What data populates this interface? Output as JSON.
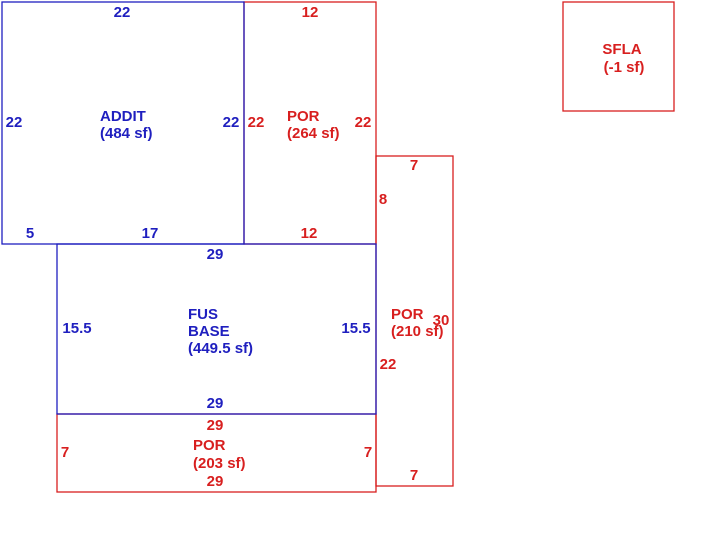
{
  "colors": {
    "dwelling": "#1f1fbf",
    "porch": "#d81f1f"
  },
  "areas": {
    "addit": {
      "name": "ADDIT",
      "area": "(484 sf)",
      "top": "22",
      "left": "22",
      "right": "22",
      "bottom_a": "5",
      "bottom_b": "17"
    },
    "por_top": {
      "name": "POR",
      "area": "(264 sf)",
      "top": "12",
      "left": "22",
      "right": "22",
      "bottom": "12"
    },
    "fus_base": {
      "name_line1": "FUS",
      "name_line2": "BASE",
      "area": "(449.5 sf)",
      "top": "29",
      "left": "15.5",
      "right": "15.5",
      "bottom": "29"
    },
    "por_right": {
      "name": "POR",
      "area": "(210 sf)",
      "top": "7",
      "left_a": "8",
      "left_b": "22",
      "right": "30",
      "bottom": "7"
    },
    "por_bottom": {
      "name": "POR",
      "area": "(203 sf)",
      "top": "29",
      "left": "7",
      "right": "7",
      "bottom": "29"
    },
    "sfla": {
      "name": "SFLA",
      "area": "(-1 sf)"
    }
  }
}
